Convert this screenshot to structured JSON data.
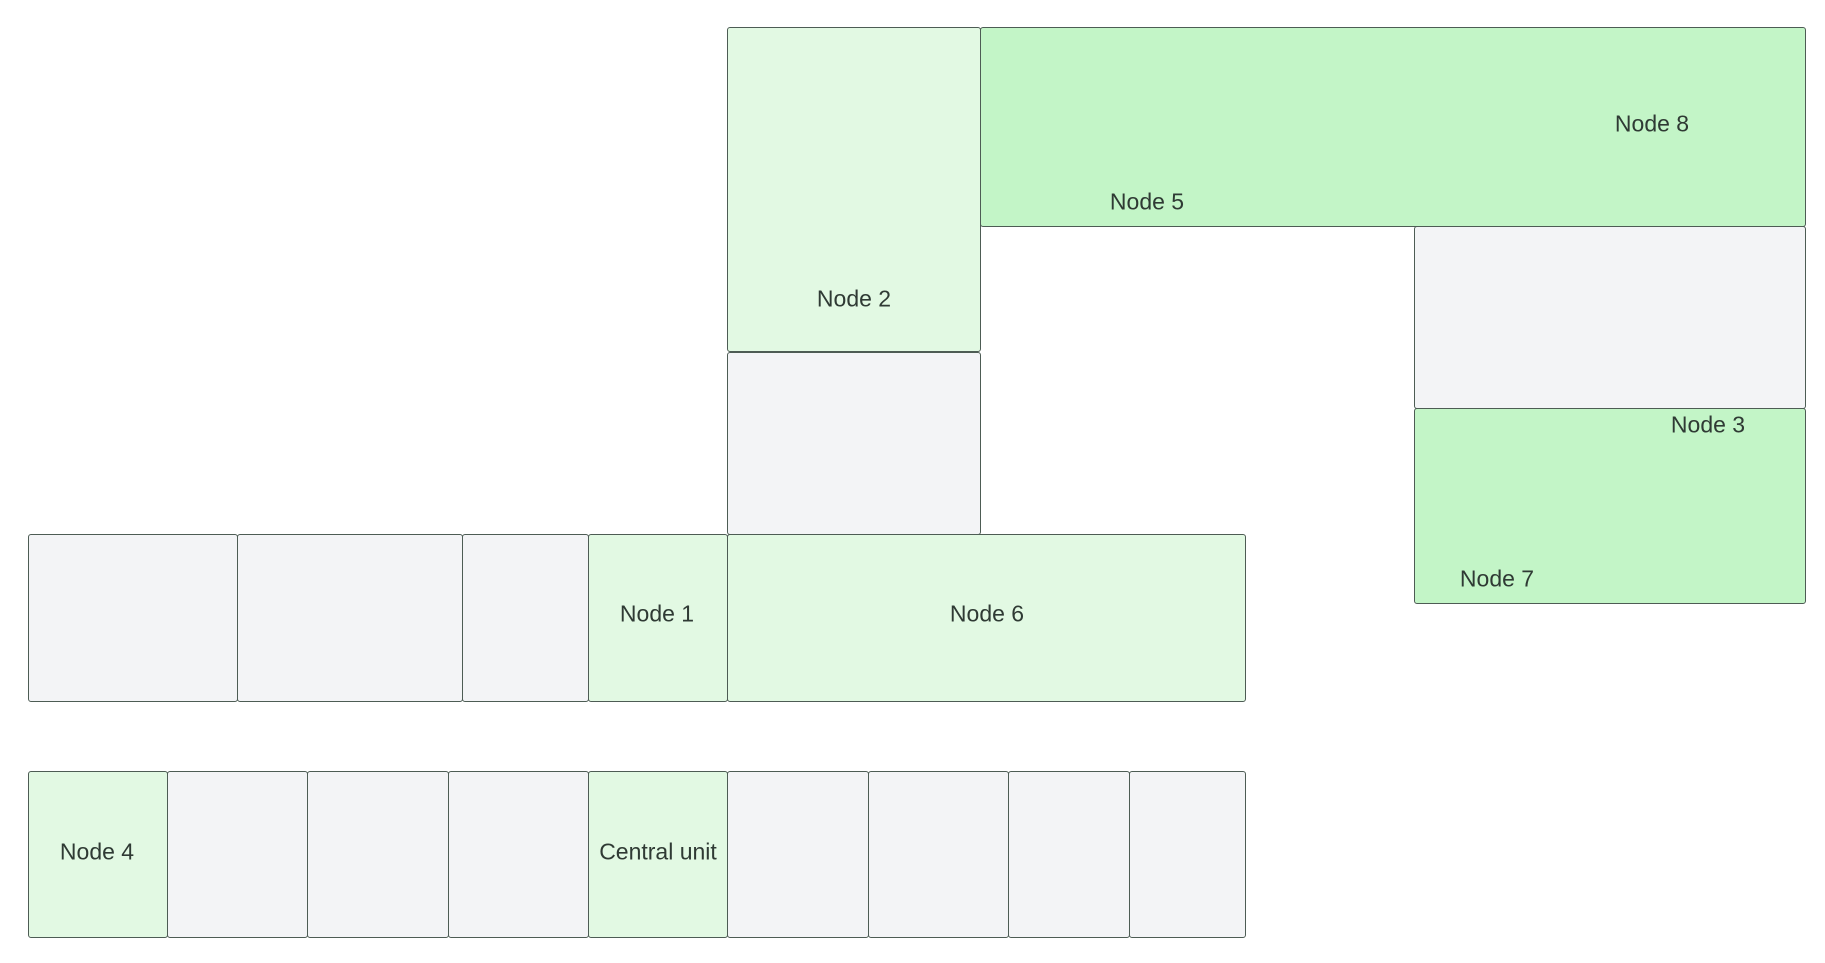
{
  "diagram": {
    "colors": {
      "empty": "#f3f4f6",
      "node_light": "#e2f9e3",
      "node_dark": "#c3f5c7",
      "border": "#4d5c54"
    },
    "labels": {
      "node1": "Node 1",
      "node2": "Node 2",
      "node3": "Node 3",
      "node4": "Node 4",
      "node5": "Node 5",
      "node6": "Node 6",
      "node7": "Node 7",
      "node8": "Node 8",
      "central": "Central unit"
    }
  }
}
